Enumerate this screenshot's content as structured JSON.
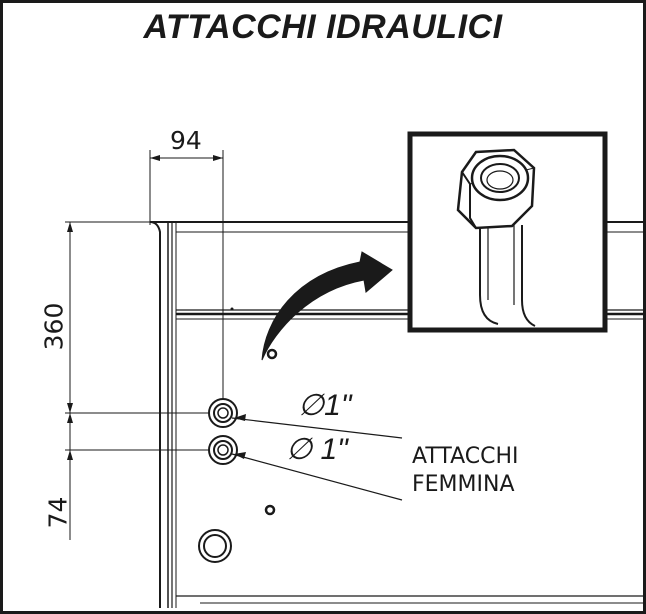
{
  "title": "ATTACCHI IDRAULICI",
  "dimensions": {
    "horizontal": "94",
    "vertical_upper": "360",
    "vertical_lower": "74"
  },
  "connections": [
    {
      "diameter_symbol": "∅",
      "size": "1\""
    },
    {
      "diameter_symbol": "∅",
      "size": "1\""
    }
  ],
  "callout": {
    "line1": "ATTACCHI",
    "line2": "FEMMINA"
  },
  "colors": {
    "line": "#1a1a1a",
    "background": "#ffffff"
  }
}
